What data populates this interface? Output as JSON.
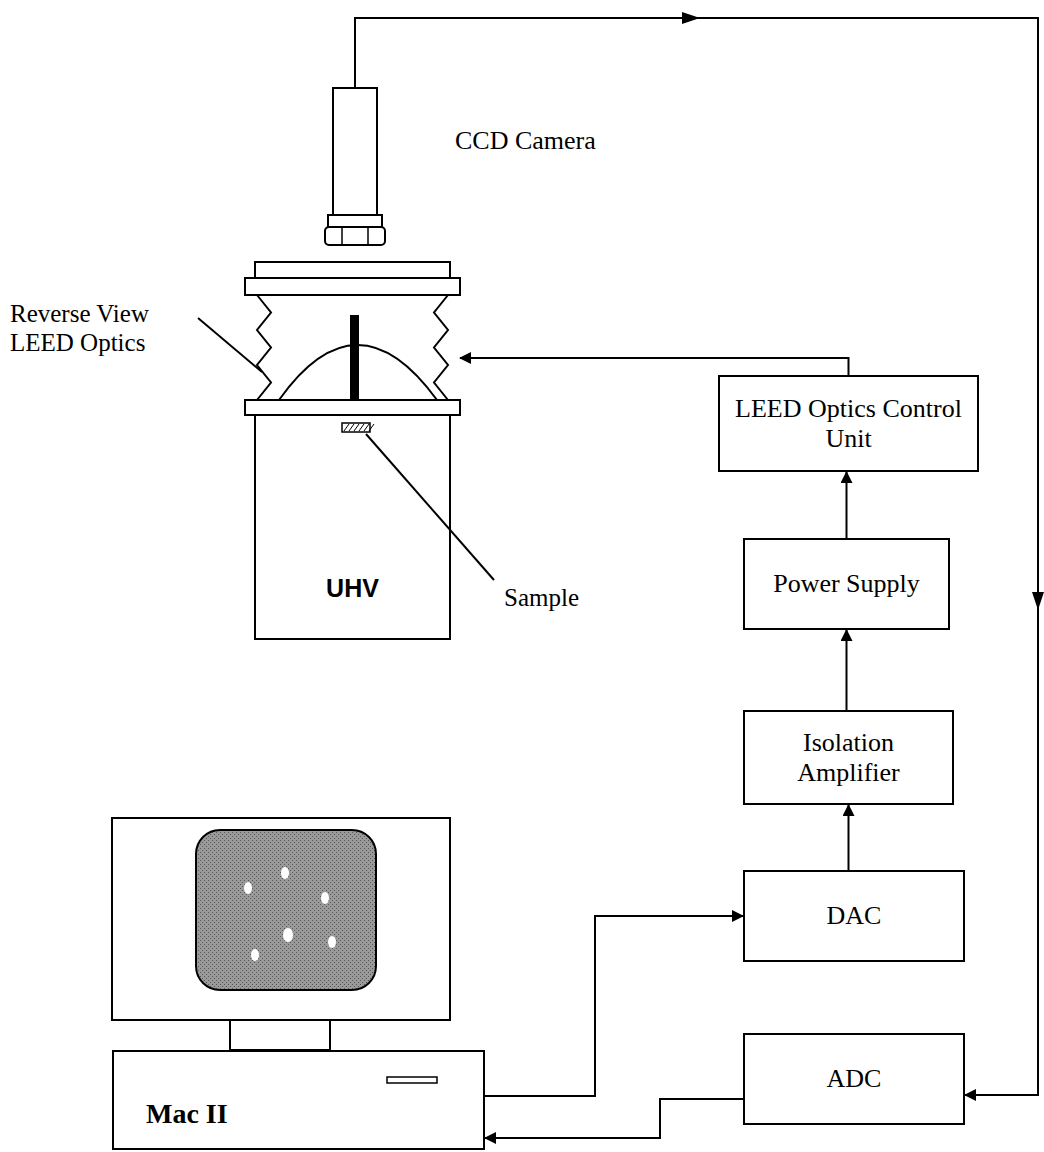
{
  "diagram": {
    "nodes": [
      {
        "text": [
          "CCD Camera"
        ]
      },
      {
        "text": [
          "UHV"
        ]
      },
      {
        "text": [
          "LEED Optics Control Unit"
        ]
      },
      {
        "text": [
          "Power Supply"
        ]
      },
      {
        "text": [
          "Isolation Amplifier"
        ]
      },
      {
        "text": [
          "DAC"
        ]
      },
      {
        "text": [
          "Mac II"
        ]
      },
      {
        "text": [
          "ADC"
        ]
      }
    ],
    "edges": [
      {
        "from": 0,
        "to": 7,
        "arrow": "to"
      },
      {
        "from": 2,
        "to": 1,
        "arrow": "to"
      },
      {
        "from": 3,
        "to": 2,
        "arrow": "to"
      },
      {
        "from": 4,
        "to": 3,
        "arrow": "to"
      },
      {
        "from": 5,
        "to": 4,
        "arrow": "to"
      },
      {
        "from": 6,
        "to": 5,
        "arrow": "to"
      },
      {
        "from": 7,
        "to": 6,
        "arrow": "to"
      }
    ],
    "labels": [
      "Reverse View LEED Optics",
      "Sample"
    ]
  }
}
